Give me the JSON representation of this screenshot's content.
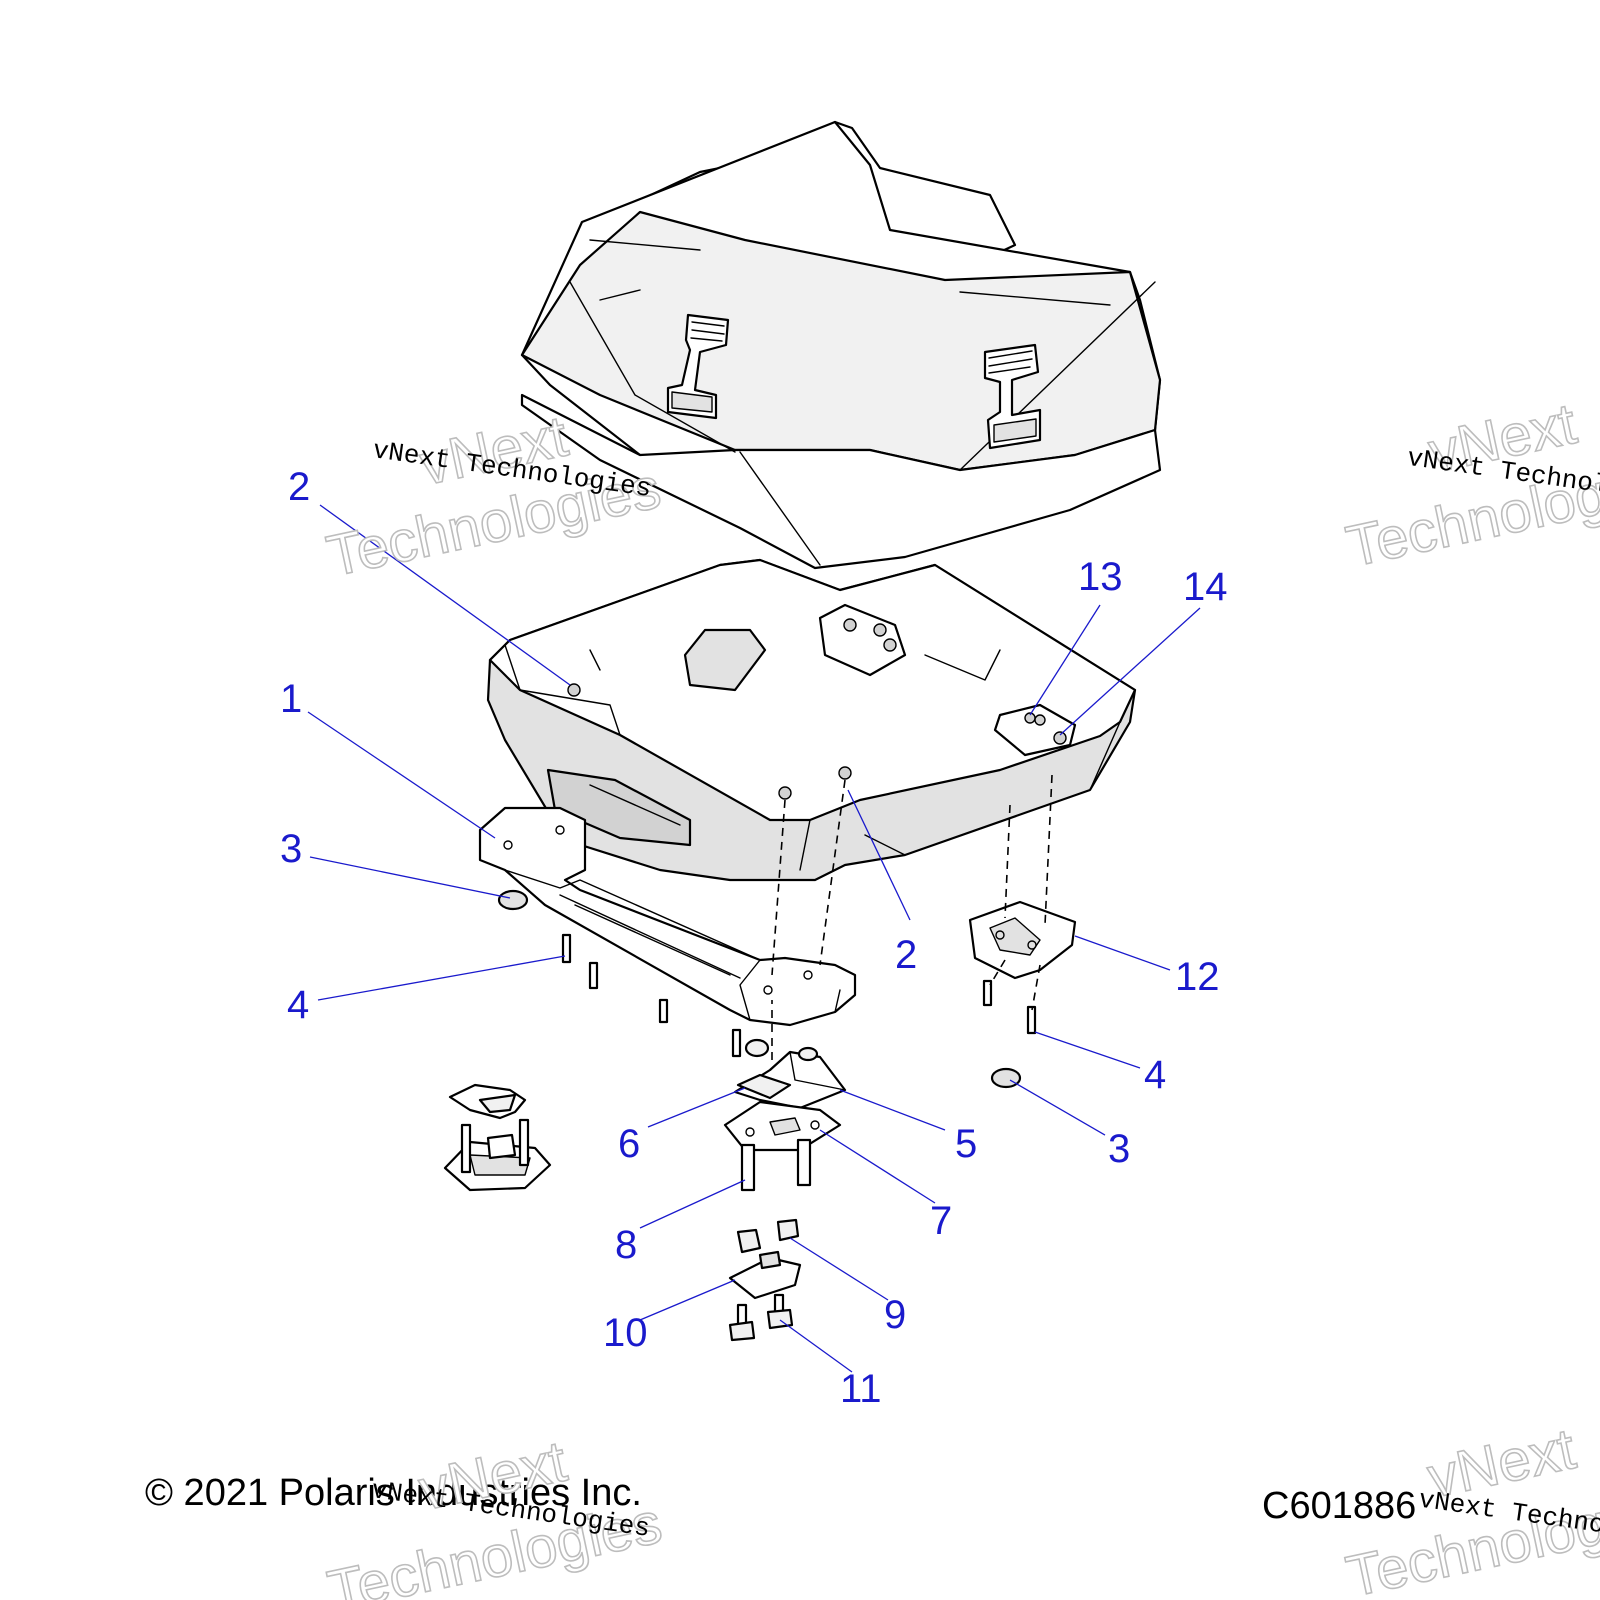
{
  "callouts": [
    {
      "label": "1"
    },
    {
      "label": "2"
    },
    {
      "label": "2"
    },
    {
      "label": "3"
    },
    {
      "label": "3"
    },
    {
      "label": "4"
    },
    {
      "label": "4"
    },
    {
      "label": "5"
    },
    {
      "label": "6"
    },
    {
      "label": "7"
    },
    {
      "label": "8"
    },
    {
      "label": "9"
    },
    {
      "label": "10"
    },
    {
      "label": "11"
    },
    {
      "label": "12"
    },
    {
      "label": "13"
    },
    {
      "label": "14"
    }
  ],
  "footer": {
    "copyright": "© 2021 Polaris Industries Inc.",
    "figure_id": "C601886"
  },
  "watermark": {
    "small": "vNext Technologies",
    "line1": "vNext",
    "line2": "Technologies"
  },
  "colors": {
    "callout": "#1a1acc",
    "line": "#000000"
  }
}
